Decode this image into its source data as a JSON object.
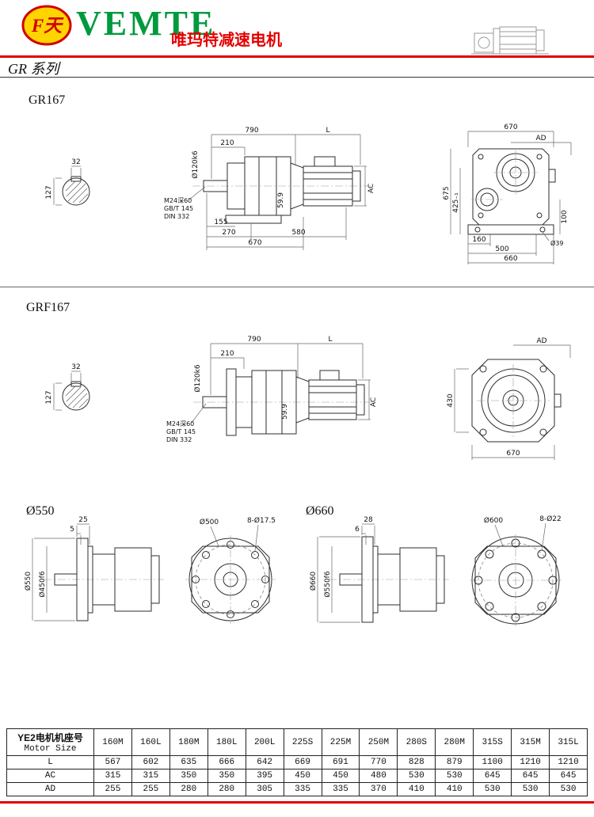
{
  "colors": {
    "brand_green": "#009a3e",
    "accent_red": "#e00000",
    "line": "#2e2e2e"
  },
  "header": {
    "logo_text": "F天",
    "brand": "VEMTE",
    "subtitle": "唯玛特减速电机",
    "series_title": "GR 系列"
  },
  "gr167": {
    "label": "GR167",
    "shaft_section": {
      "width": "32",
      "height": "127"
    },
    "side": {
      "top1": "790",
      "top2": "L",
      "d210": "210",
      "shaft_dia": "Ø120k6",
      "note1": "M24深60",
      "note2": "GB/T 145",
      "note3": "DIN 332",
      "b155": "155",
      "b270": "270",
      "b580": "580",
      "b670": "670",
      "v599": "59.9",
      "ac": "AC"
    },
    "end": {
      "top670": "670",
      "ad": "AD",
      "v675": "675",
      "v425": "425₋₁",
      "v100": "100",
      "b160": "160",
      "b500": "500",
      "b660": "660",
      "d39": "Ø39"
    }
  },
  "grf167": {
    "label": "GRF167",
    "shaft_section": {
      "width": "32",
      "height": "127"
    },
    "side": {
      "top1": "790",
      "top2": "L",
      "d210": "210",
      "shaft_dia": "Ø120k6",
      "note1": "M24深60",
      "note2": "GB/T 145",
      "note3": "DIN 332",
      "v599": "59.9",
      "ac": "AC"
    },
    "end": {
      "ad": "AD",
      "v430": "430",
      "b670": "670"
    }
  },
  "flange550": {
    "label": "Ø550",
    "t25": "25",
    "t5": "5",
    "dia_outer": "Ø550",
    "dia_spigot": "Ø450f6",
    "bolt_circle": "Ø500",
    "holes": "8-Ø17.5"
  },
  "flange660": {
    "label": "Ø660",
    "t28": "28",
    "t6": "6",
    "dia_outer": "Ø660",
    "dia_spigot": "Ø550f6",
    "bolt_circle": "Ø600",
    "holes": "8-Ø22"
  },
  "table": {
    "header_cn": "YE2电机机座号",
    "header_en": "Motor Size",
    "columns": [
      "160M",
      "160L",
      "180M",
      "180L",
      "200L",
      "225S",
      "225M",
      "250M",
      "280S",
      "280M",
      "315S",
      "315M",
      "315L"
    ],
    "rows": [
      {
        "label": "L",
        "values": [
          "567",
          "602",
          "635",
          "666",
          "642",
          "669",
          "691",
          "770",
          "828",
          "879",
          "1100",
          "1210",
          "1210"
        ]
      },
      {
        "label": "AC",
        "values": [
          "315",
          "315",
          "350",
          "350",
          "395",
          "450",
          "450",
          "480",
          "530",
          "530",
          "645",
          "645",
          "645"
        ]
      },
      {
        "label": "AD",
        "values": [
          "255",
          "255",
          "280",
          "280",
          "305",
          "335",
          "335",
          "370",
          "410",
          "410",
          "530",
          "530",
          "530"
        ]
      }
    ]
  }
}
